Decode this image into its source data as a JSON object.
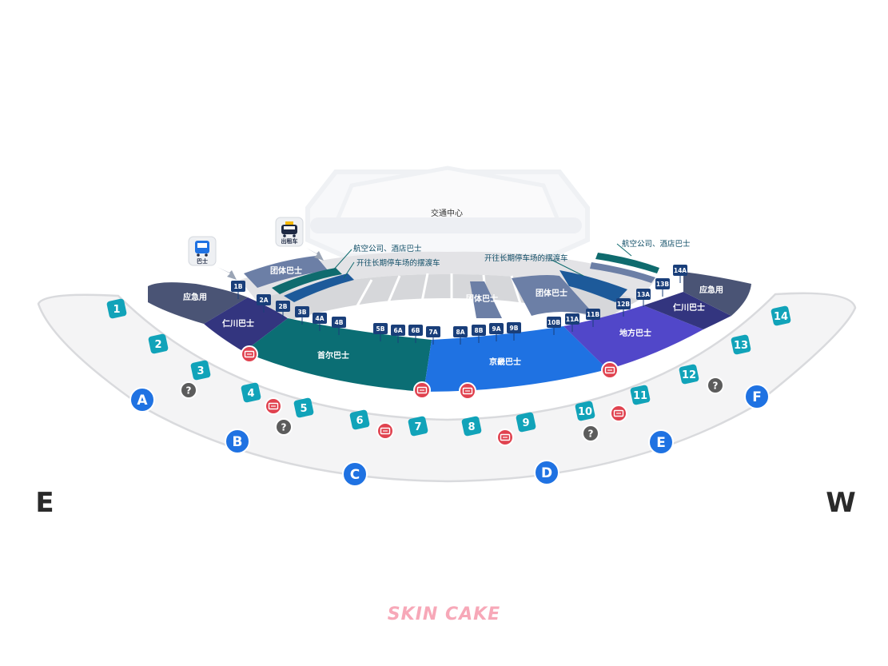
{
  "transport_center": "交通中心",
  "icons": {
    "bus": {
      "icon": "bus-icon",
      "caption": "巴士"
    },
    "taxi": {
      "icon": "taxi-icon",
      "caption": "出租车"
    }
  },
  "notes": {
    "airline_hotel_left": "航空公司、酒店巴士",
    "long_term_shuttle_left": "开往长期停车场的摆渡车",
    "long_term_shuttle_right": "开往长期停车场的摆渡车",
    "airline_hotel_right": "航空公司、酒店巴士"
  },
  "zones": {
    "emergency_left": "应急用",
    "incheon_left": "仁川巴士",
    "seoul": "首尔巴士",
    "gyeonggi": "京畿巴士",
    "local": "地方巴士",
    "incheon_right": "仁川巴士",
    "emergency_right": "应急用",
    "group_left": "团体巴士",
    "group_mid": "团体巴士",
    "group_right": "团体巴士"
  },
  "stops": [
    "1B",
    "2A",
    "2B",
    "3B",
    "4A",
    "4B",
    "5B",
    "6A",
    "6B",
    "7A",
    "8A",
    "8B",
    "9A",
    "9B",
    "10B",
    "11A",
    "11B",
    "12B",
    "13A",
    "13B",
    "14A"
  ],
  "gates": [
    "1",
    "2",
    "3",
    "4",
    "5",
    "6",
    "7",
    "8",
    "9",
    "10",
    "11",
    "12",
    "13",
    "14"
  ],
  "doors": [
    "A",
    "B",
    "C",
    "D",
    "E",
    "F"
  ],
  "info_markers": [
    "info-icon",
    "info-icon",
    "info-icon",
    "info-icon"
  ],
  "ticket_markers": [
    "ticket-icon",
    "ticket-icon",
    "ticket-icon",
    "ticket-icon",
    "ticket-icon",
    "ticket-icon",
    "ticket-icon",
    "ticket-icon"
  ],
  "directions": {
    "left": "E",
    "right": "W"
  },
  "brand": "SKIN CAKE",
  "colors": {
    "emergency": "#4a5475",
    "incheon": "#33357f",
    "seoul": "#0b6e74",
    "gyeonggi": "#1f72e2",
    "local": "#5147c9",
    "group": "#6c7fa6",
    "lane_teal": "#0f6b6e",
    "lane_blue": "#1d5a9a",
    "gate": "#11a3b9",
    "door": "#1f72e2",
    "stop": "#1a3f7a",
    "ticket": "#e0424f",
    "info": "#5c5c5c",
    "brand": "#f7a8b8"
  }
}
